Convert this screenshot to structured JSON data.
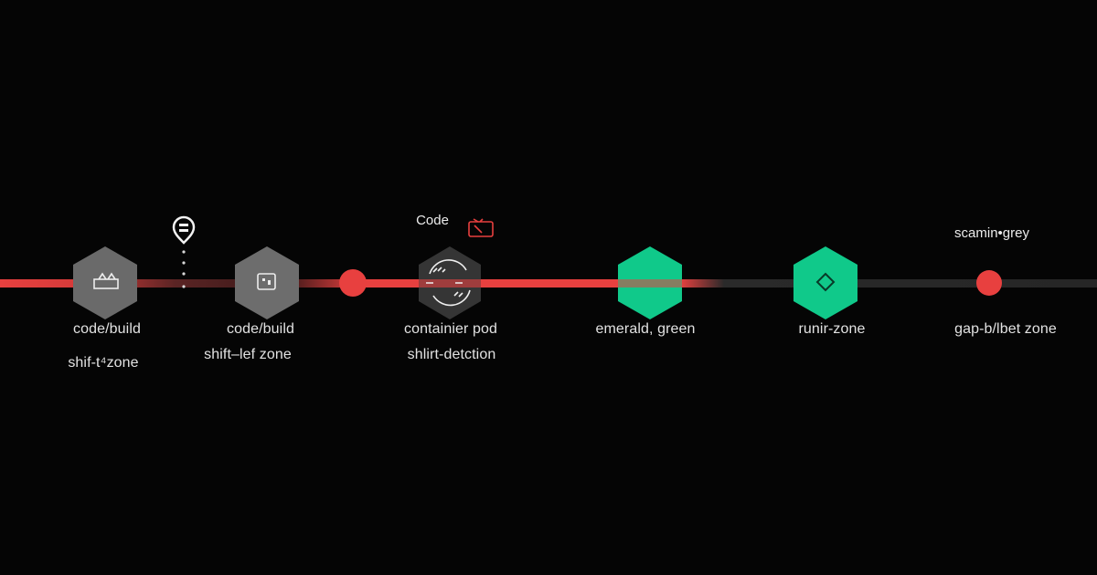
{
  "colors": {
    "background": "#050505",
    "red": "#e8403f",
    "grey_node": "#6a6a6a",
    "emerald": "#10c98a",
    "track": "#2a2a2a"
  },
  "top_labels": {
    "code": "Code",
    "scanning": "scamin•grey"
  },
  "nodes": [
    {
      "name": "node-code-build-1",
      "shape": "hexagon",
      "fill": "grey",
      "icon": "blocks-icon",
      "label1": "code/build",
      "label2": "shif-t⁴zone"
    },
    {
      "name": "node-code-build-2",
      "shape": "hexagon",
      "fill": "grey",
      "icon": "box-icon",
      "label1": "code/build",
      "label2": "shift–lef zone"
    },
    {
      "name": "node-red-dot-1",
      "shape": "dot",
      "fill": "red"
    },
    {
      "name": "node-container-pod",
      "shape": "hexagon",
      "fill": "dark-grey",
      "icon": "scatter-icon",
      "label1": "containier pod",
      "label2": "shlirt-detction"
    },
    {
      "name": "node-emerald-green",
      "shape": "hexagon",
      "fill": "emerald",
      "label1": "emerald, green"
    },
    {
      "name": "node-runtime-zone",
      "shape": "hexagon",
      "fill": "emerald",
      "icon": "diamond-icon",
      "label1": "runir-zone"
    },
    {
      "name": "node-red-dot-2",
      "shape": "dot",
      "fill": "red",
      "label1": "gap-b/lbet zone"
    }
  ],
  "icons": {
    "marker": "location-pin-icon",
    "alert": "tv-alert-icon"
  }
}
